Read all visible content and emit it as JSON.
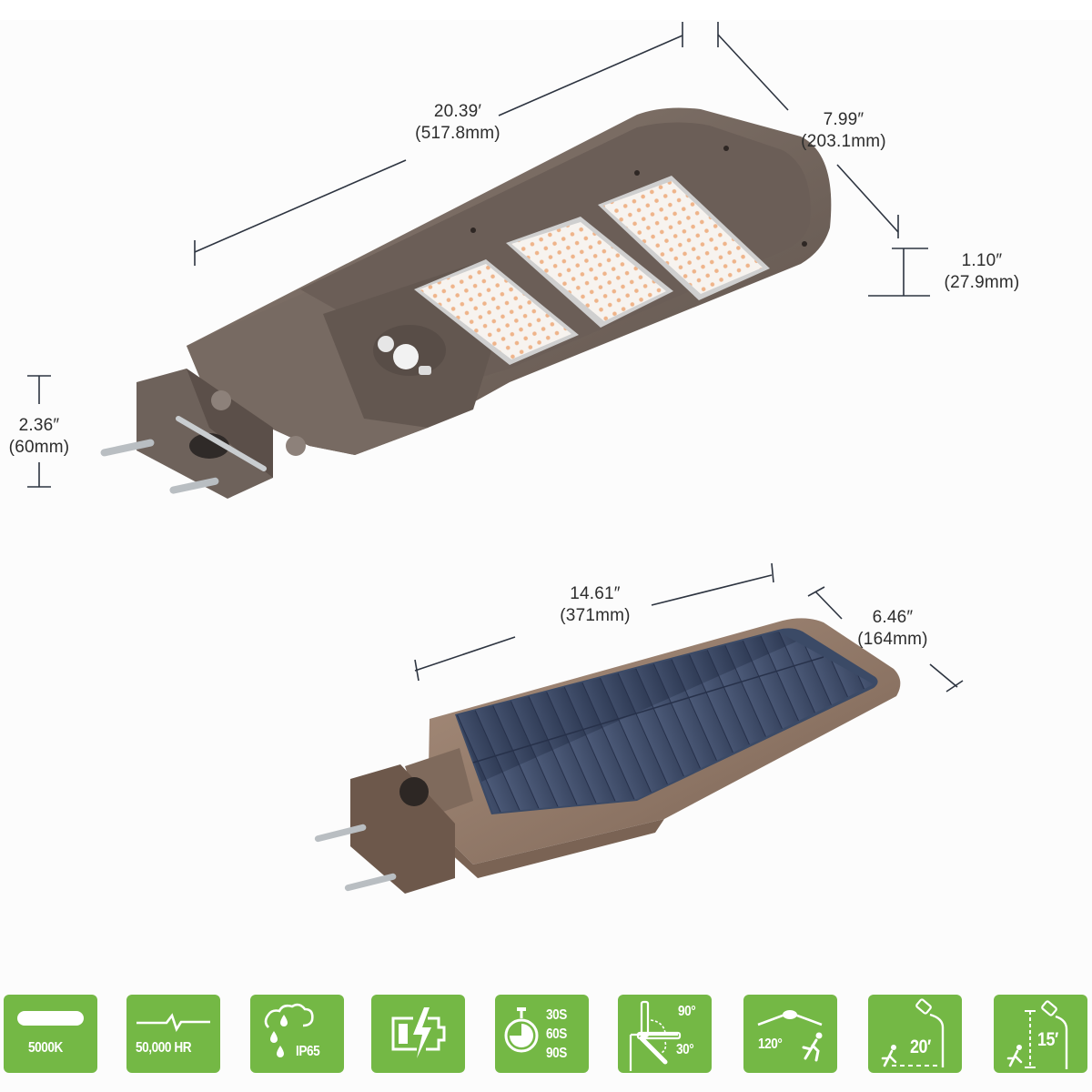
{
  "top_view": {
    "length": {
      "imperial": "20.39′",
      "metric": "(517.8mm)"
    },
    "width": {
      "imperial": "7.99″",
      "metric": "(203.1mm)"
    },
    "thickness": {
      "imperial": "1.10″",
      "metric": "(27.9mm)"
    },
    "bracket_height": {
      "imperial": "2.36″",
      "metric": "(60mm)"
    },
    "led_panels": 3
  },
  "solar_view": {
    "length": {
      "imperial": "14.61″",
      "metric": "(371mm)"
    },
    "width": {
      "imperial": "6.46″",
      "metric": "(164mm)"
    }
  },
  "colors": {
    "badge_green": "#74b845",
    "housing_bronze": "#6f625a",
    "solar_panel": "#3b4a66",
    "led_dot": "#f0b98e",
    "dim_line": "#2d3440"
  },
  "features": [
    {
      "icon": "led-bar-icon",
      "label": "5000K"
    },
    {
      "icon": "lifespan-pulse-icon",
      "label": "50,000 HR"
    },
    {
      "icon": "rain-cloud-icon",
      "label": "IP65"
    },
    {
      "icon": "battery-charge-icon",
      "label": ""
    },
    {
      "icon": "stopwatch-icon",
      "lines": [
        "30S",
        "60S",
        "90S"
      ]
    },
    {
      "icon": "tilt-angle-icon",
      "lines": [
        "90°",
        "30°"
      ]
    },
    {
      "icon": "motion-sensor-angle-icon",
      "label": "120°"
    },
    {
      "icon": "detection-distance-icon",
      "label": "20′"
    },
    {
      "icon": "mounting-height-icon",
      "label": "15′"
    }
  ]
}
